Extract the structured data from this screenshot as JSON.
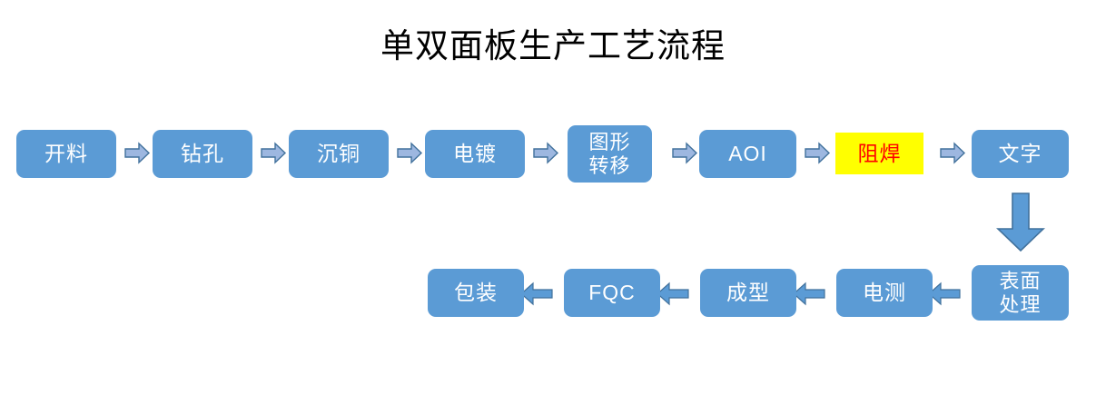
{
  "title": "单双面板生产工艺流程",
  "theme": {
    "box_fill": "#5B9BD5",
    "box_text": "#FFFFFF",
    "highlight_fill": "#FFFF00",
    "highlight_text": "#FF0000",
    "hollow_arrow_fill": "#9DB7E0",
    "hollow_arrow_stroke": "#41719C",
    "solid_arrow_fill": "#5B9BD5",
    "solid_arrow_stroke": "#41719C",
    "background": "#FFFFFF",
    "title_text": "#000000"
  },
  "chart_data": {
    "type": "diagram",
    "title": "单双面板生产工艺流程",
    "diagram_kind": "process-flowchart",
    "flow_direction": "row1 left-to-right, then down, then row2 right-to-left",
    "steps": [
      {
        "id": 1,
        "label": "开料",
        "row": 1,
        "highlight": false
      },
      {
        "id": 2,
        "label": "钻孔",
        "row": 1,
        "highlight": false
      },
      {
        "id": 3,
        "label": "沉铜",
        "row": 1,
        "highlight": false
      },
      {
        "id": 4,
        "label": "电镀",
        "row": 1,
        "highlight": false
      },
      {
        "id": 5,
        "label": "图形\n转移",
        "row": 1,
        "highlight": false
      },
      {
        "id": 6,
        "label": "AOI",
        "row": 1,
        "highlight": false
      },
      {
        "id": 7,
        "label": "阻焊",
        "row": 1,
        "highlight": true
      },
      {
        "id": 8,
        "label": "文字",
        "row": 1,
        "highlight": false
      },
      {
        "id": 9,
        "label": "表面\n处理",
        "row": 2,
        "highlight": false
      },
      {
        "id": 10,
        "label": "电测",
        "row": 2,
        "highlight": false
      },
      {
        "id": 11,
        "label": "成型",
        "row": 2,
        "highlight": false
      },
      {
        "id": 12,
        "label": "FQC",
        "row": 2,
        "highlight": false
      },
      {
        "id": 13,
        "label": "包装",
        "row": 2,
        "highlight": false
      }
    ],
    "connectors": [
      {
        "from": 1,
        "to": 2,
        "style": "hollow",
        "direction": "right"
      },
      {
        "from": 2,
        "to": 3,
        "style": "hollow",
        "direction": "right"
      },
      {
        "from": 3,
        "to": 4,
        "style": "hollow",
        "direction": "right"
      },
      {
        "from": 4,
        "to": 5,
        "style": "hollow",
        "direction": "right"
      },
      {
        "from": 5,
        "to": 6,
        "style": "hollow",
        "direction": "right"
      },
      {
        "from": 6,
        "to": 7,
        "style": "hollow",
        "direction": "right"
      },
      {
        "from": 7,
        "to": 8,
        "style": "hollow",
        "direction": "right"
      },
      {
        "from": 8,
        "to": 9,
        "style": "solid",
        "direction": "down"
      },
      {
        "from": 9,
        "to": 10,
        "style": "solid",
        "direction": "left"
      },
      {
        "from": 10,
        "to": 11,
        "style": "solid",
        "direction": "left"
      },
      {
        "from": 11,
        "to": 12,
        "style": "solid",
        "direction": "left"
      },
      {
        "from": 12,
        "to": 13,
        "style": "solid",
        "direction": "left"
      }
    ]
  }
}
